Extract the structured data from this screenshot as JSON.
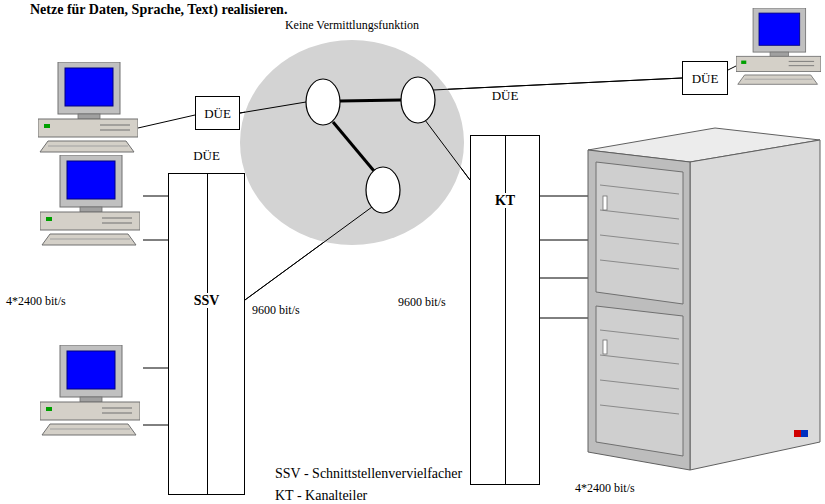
{
  "diagram": {
    "nodes": [
      {
        "text": [
          "Keine Vermittlungsfunktion"
        ]
      },
      {
        "text": [
          "DÜE"
        ]
      },
      {
        "text": [
          "DÜE"
        ]
      },
      {
        "text": [
          "DÜE",
          "SSV"
        ]
      },
      {
        "text": [
          "DÜE",
          "KT"
        ]
      }
    ],
    "edges": [
      {
        "from": 1,
        "to": 0,
        "arrow": "none"
      },
      {
        "from": 2,
        "to": 0,
        "arrow": "none"
      },
      {
        "from": 3,
        "to": 0,
        "label": "9600 bit/s",
        "arrow": "none"
      },
      {
        "from": 4,
        "to": 0,
        "label": "9600 bit/s",
        "arrow": "none"
      }
    ],
    "labels": [
      "Netze für Daten, Sprache, Text) realisieren.",
      "4*2400 bit/s",
      "4*2400 bit/s",
      "SSV - Schnittstellenvervielfacher",
      "KT - Kanalteiler"
    ]
  }
}
